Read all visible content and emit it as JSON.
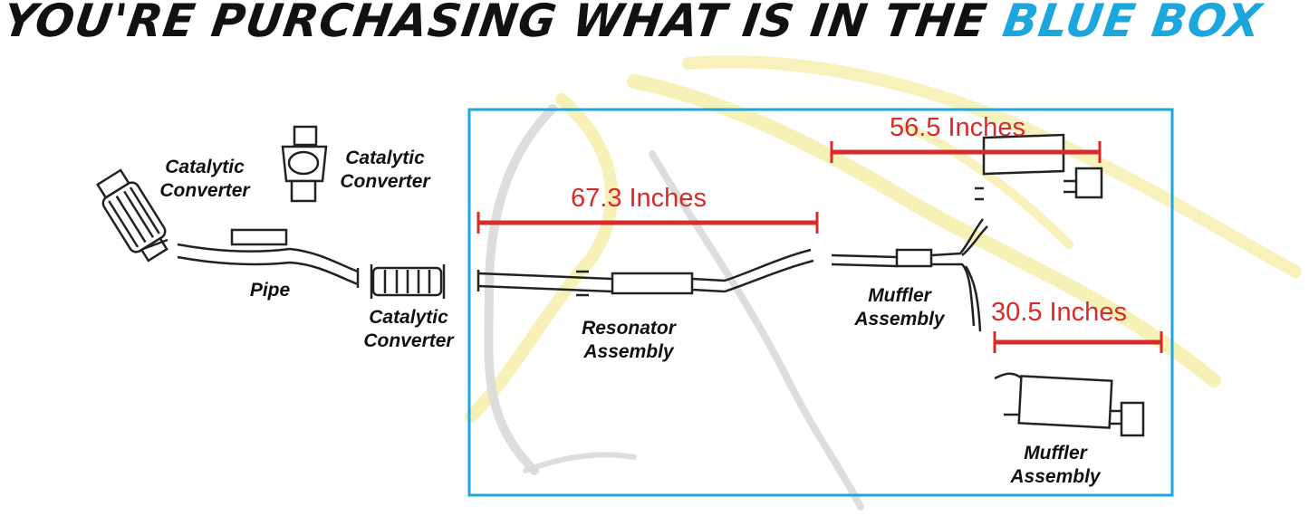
{
  "headline": {
    "text": "YOU'RE PURCHASING WHAT IS IN THE ",
    "accent": "BLUE BOX"
  },
  "colors": {
    "box": "#1ba6de",
    "dimension": "#d72b2b",
    "line": "#222222",
    "watermark_yellow": "#f6eeaa",
    "watermark_gray": "#d9d9d9"
  },
  "labels": {
    "catalytic_converter_1": [
      "Catalytic",
      "Converter"
    ],
    "catalytic_converter_2": [
      "Catalytic",
      "Converter"
    ],
    "catalytic_converter_3": [
      "Catalytic",
      "Converter"
    ],
    "pipe": "Pipe",
    "resonator_assembly": [
      "Resonator",
      "Assembly"
    ],
    "muffler_assembly_1": [
      "Muffler",
      "Assembly"
    ],
    "muffler_assembly_2": [
      "Muffler",
      "Assembly"
    ]
  },
  "dimensions": {
    "resonator_length": "67.3 Inches",
    "muffler_length": "56.5 Inches",
    "rear_muffler_length": "30.5 Inches"
  },
  "watermark": {
    "icon": "horse-head-icon"
  }
}
